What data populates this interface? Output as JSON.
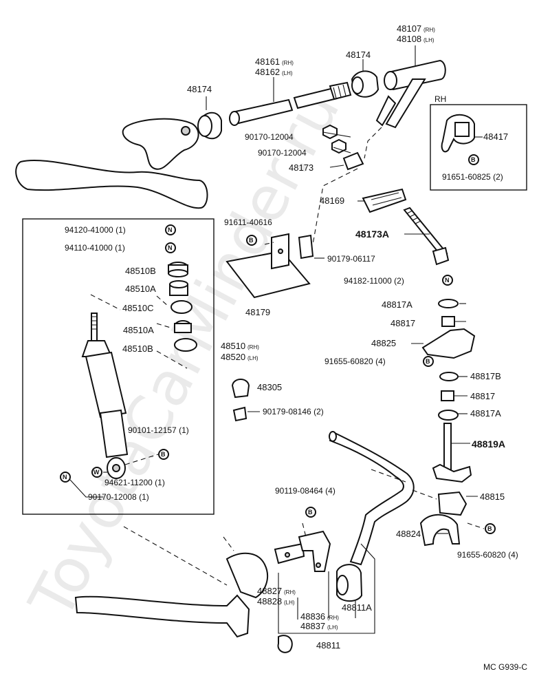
{
  "diagram": {
    "code": "MC G939-C",
    "watermark": "ToyotaCarMinder.ru",
    "rh_box_label": "RH",
    "markers": {
      "n": "N",
      "b": "B",
      "w": "W"
    },
    "labels": {
      "p48107": "48107",
      "p48107_suf": "(RH)",
      "p48108": "48108",
      "p48108_suf": "(LH)",
      "p48161": "48161",
      "p48161_suf": "(RH)",
      "p48162": "48162",
      "p48162_suf": "(LH)",
      "p48174a": "48174",
      "p48174b": "48174",
      "n90170a": "90170-12004",
      "n90170b": "90170-12004",
      "p48173": "48173",
      "p48417": "48417",
      "b91651": "91651-60825 (2)",
      "p48169": "48169",
      "p48173A": "48173A",
      "b91611": "91611-40616",
      "n90179a": "90179-06117",
      "n94182": "94182-11000 (2)",
      "p48179": "48179",
      "n94120": "94120-41000 (1)",
      "n94110": "94110-41000 (1)",
      "p48510B1": "48510B",
      "p48510A1": "48510A",
      "p48510C": "48510C",
      "p48510A2": "48510A",
      "p48510B2": "48510B",
      "p48510": "48510",
      "p48510_suf": "(RH)",
      "p48520": "48520",
      "p48520_suf": "(LH)",
      "p48817A1": "48817A",
      "p48817a": "48817",
      "p48825": "48825",
      "b91655a": "91655-60820 (4)",
      "p48305": "48305",
      "n90179b": "90179-08146 (2)",
      "p48817B": "48817B",
      "p48817b": "48817",
      "p48817A2": "48817A",
      "p48819A": "48819A",
      "n90101": "90101-12157 (1)",
      "w94621": "94621-11200 (1)",
      "n90170c": "90170-12008 (1)",
      "b90119": "90119-08464 (4)",
      "p48815": "48815",
      "p48824": "48824",
      "b91655b": "91655-60820 (4)",
      "p48827": "48827",
      "p48827_suf": "(RH)",
      "p48828": "48828",
      "p48828_suf": "(LH)",
      "p48836": "48836",
      "p48836_suf": "(RH)",
      "p48837": "48837",
      "p48837_suf": "(LH)",
      "p48811A": "48811A",
      "p48811": "48811"
    }
  }
}
